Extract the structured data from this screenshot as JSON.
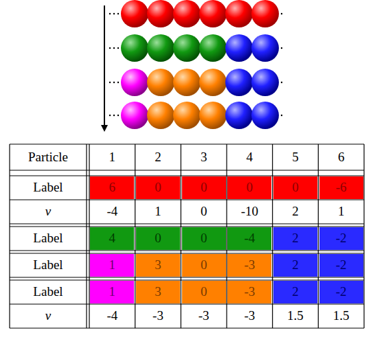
{
  "diagram": {
    "labels": [
      "Particle",
      "1",
      "2",
      "3",
      "4",
      "5",
      "6",
      "Label",
      "6",
      "0",
      "0",
      "0",
      "0",
      "-6",
      "v",
      "-4",
      "1",
      "0",
      "-10",
      "2",
      "1",
      "Label",
      "4",
      "0",
      "0",
      "-4",
      "2",
      "-2",
      "Label",
      "1",
      "3",
      "0",
      "-3",
      "2",
      "-2",
      "Label",
      "1",
      "3",
      "0",
      "-3",
      "2",
      "-2",
      "v",
      "-4",
      "-3",
      "-3",
      "-3",
      "1.5",
      "1.5"
    ]
  }
}
